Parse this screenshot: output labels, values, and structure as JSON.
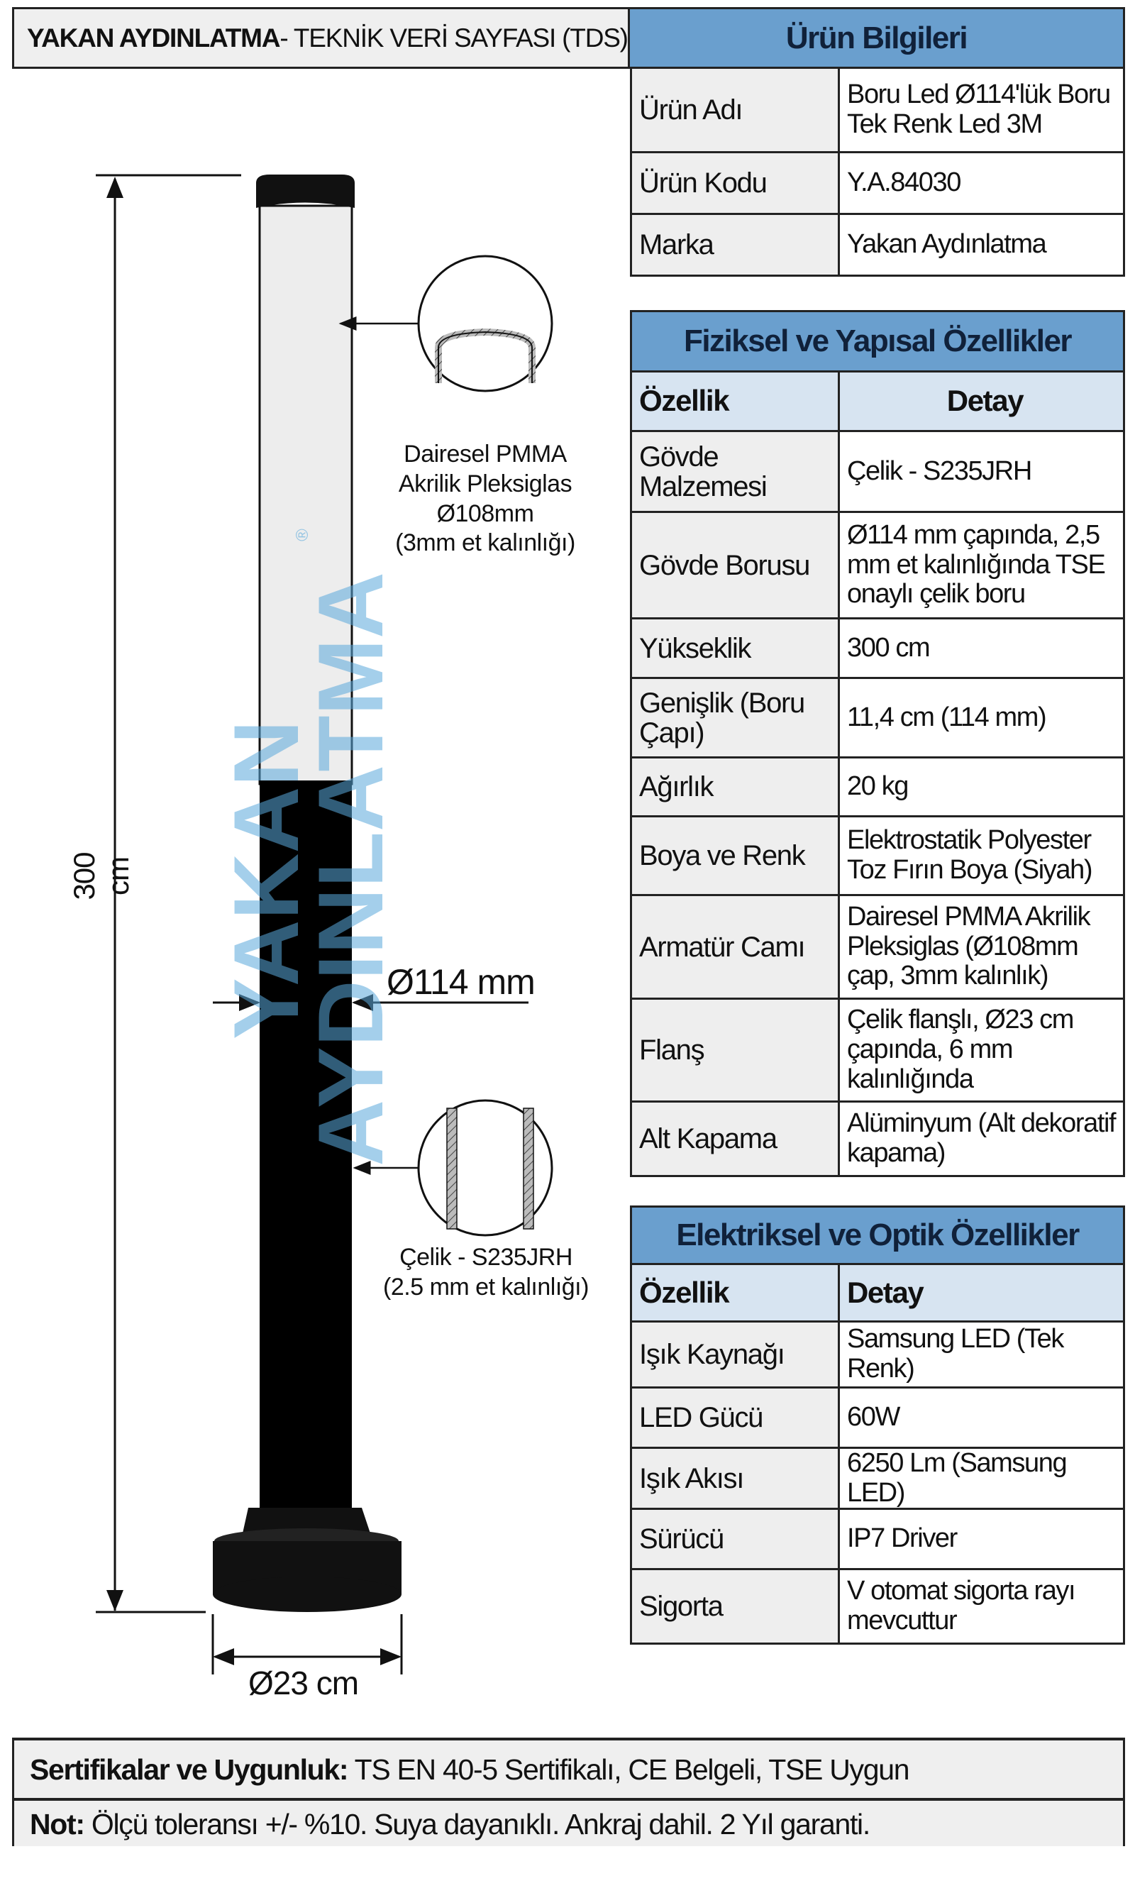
{
  "header": {
    "brand": "YAKAN AYDINLATMA",
    "subtitle": " - TEKNİK VERİ SAYFASI (TDS)"
  },
  "urun_bilgileri": {
    "title": "Ürün Bilgileri",
    "rows": [
      {
        "k": "Ürün Adı",
        "v": "Boru Led Ø114'lük Boru Tek Renk Led 3M"
      },
      {
        "k": "Ürün Kodu",
        "v": "Y.A.84030"
      },
      {
        "k": "Marka",
        "v": "Yakan Aydınlatma"
      }
    ]
  },
  "fiziksel": {
    "title": "Fiziksel ve Yapısal Özellikler",
    "col1": "Özellik",
    "col2": "Detay",
    "rows": [
      {
        "k": "Gövde Malzemesi",
        "v": "Çelik - S235JRH"
      },
      {
        "k": "Gövde Borusu",
        "v": "Ø114 mm çapında, 2,5 mm et kalınlığında TSE onaylı çelik boru"
      },
      {
        "k": "Yükseklik",
        "v": "300 cm"
      },
      {
        "k": "Genişlik (Boru Çapı)",
        "v": "11,4 cm (114 mm)"
      },
      {
        "k": "Ağırlık",
        "v": "20 kg"
      },
      {
        "k": "Boya ve Renk",
        "v": "Elektrostatik Polyester Toz Fırın Boya (Siyah)"
      },
      {
        "k": "Armatür Camı",
        "v": "Dairesel PMMA Akrilik Pleksiglas (Ø108mm çap, 3mm kalınlık)"
      },
      {
        "k": "Flanş",
        "v": "Çelik flanşlı, Ø23 cm çapında, 6 mm kalınlığında"
      },
      {
        "k": "Alt Kapama",
        "v": "Alüminyum (Alt dekoratif kapama)"
      }
    ]
  },
  "elektriksel": {
    "title": "Elektriksel ve Optik Özellikler",
    "col1": "Özellik",
    "col2": "Detay",
    "rows": [
      {
        "k": "Işık Kaynağı",
        "v": "Samsung LED (Tek Renk)"
      },
      {
        "k": "LED Gücü",
        "v": "60W"
      },
      {
        "k": "Işık Akısı",
        "v": "6250 Lm (Samsung LED)"
      },
      {
        "k": "Sürücü",
        "v": "IP7 Driver"
      },
      {
        "k": "Sigorta",
        "v": "V otomat sigorta rayı mevcuttur"
      }
    ]
  },
  "drawing": {
    "height_label": "300 cm",
    "diameter_label": "Ø114 mm",
    "base_label": "Ø23 cm",
    "detail1": [
      "Dairesel PMMA",
      "Akrilik Pleksiglas",
      "Ø108mm",
      "(3mm et kalınlığı)"
    ],
    "detail2": [
      "Çelik - S235JRH",
      "(2.5 mm et kalınlığı)"
    ],
    "watermark": [
      "YAKAN",
      "AYDINLATMA"
    ],
    "registered": "®"
  },
  "footer": {
    "cert_label": "Sertifikalar ve Uygunluk:",
    "cert_value": " TS EN 40-5 Sertifikalı, CE Belgeli, TSE Uygun",
    "note_label": "Not:",
    "note_value": " Ölçü toleransı +/- %10. Suya dayanıklı. Ankraj dahil. 2 Yıl garanti."
  },
  "colors": {
    "header_blue": "#6a9fce",
    "sub_blue": "#d7e4f1",
    "watermark": "#5aa9dc"
  }
}
